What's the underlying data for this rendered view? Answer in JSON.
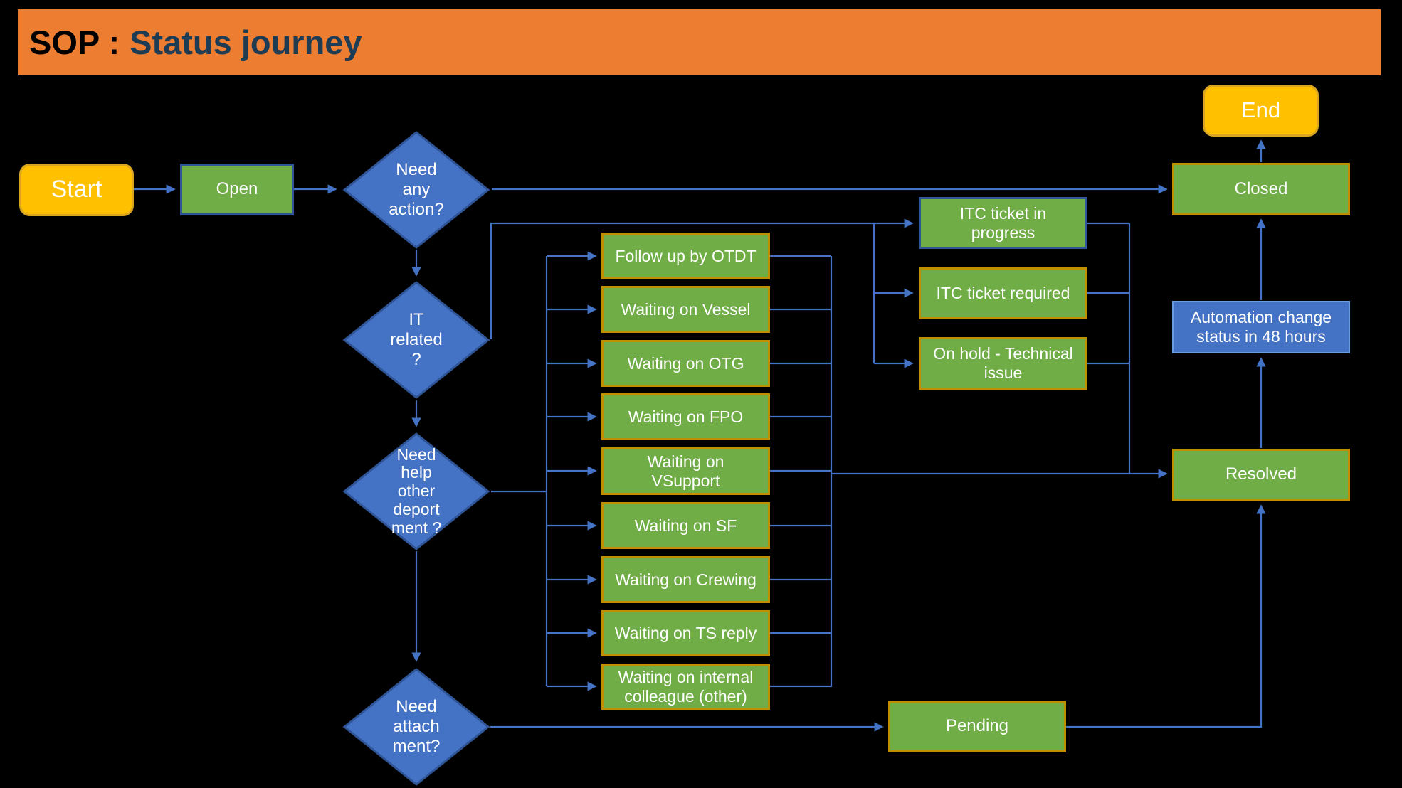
{
  "title": {
    "prefix": "SOP :",
    "highlight": "Status journey"
  },
  "palette": {
    "banner": "#ED7D31",
    "title_prefix": "#000000",
    "title_highlight": "#1F3C55",
    "terminal_fill": "#FFC000",
    "terminal_border": "#D9A521",
    "status_fill": "#70AD47",
    "status_border_gold": "#BF8F00",
    "status_border_blue": "#2F5597",
    "decision_fill": "#4472C4",
    "decision_border": "#2F5597",
    "info_fill": "#4472C4",
    "info_border": "#6C9CE2",
    "connector": "#4472C4"
  },
  "nodes": {
    "start": {
      "label": "Start"
    },
    "open": {
      "label": "Open"
    },
    "need_action": {
      "label": "Need\nany\naction?"
    },
    "it_related": {
      "label": "IT\nrelated\n?"
    },
    "need_help": {
      "label": "Need\nhelp\nother\ndeport\nment ?"
    },
    "need_attachment": {
      "label": "Need\nattach\nment?"
    },
    "follow_up_otdt": {
      "label": "Follow up by OTDT"
    },
    "waiting_vessel": {
      "label": "Waiting on Vessel"
    },
    "waiting_otg": {
      "label": "Waiting on OTG"
    },
    "waiting_fpo": {
      "label": "Waiting on FPO"
    },
    "waiting_vsupport": {
      "label": "Waiting on\nVSupport"
    },
    "waiting_sf": {
      "label": "Waiting on SF"
    },
    "waiting_crewing": {
      "label": "Waiting on Crewing"
    },
    "waiting_ts_reply": {
      "label": "Waiting on TS reply"
    },
    "waiting_internal": {
      "label": "Waiting on internal\ncolleague (other)"
    },
    "itc_in_progress": {
      "label": "ITC ticket in\nprogress"
    },
    "itc_required": {
      "label": "ITC ticket required"
    },
    "on_hold_technical": {
      "label": "On hold - Technical\nissue"
    },
    "closed": {
      "label": "Closed"
    },
    "end": {
      "label": "End"
    },
    "automation": {
      "label": "Automation change\nstatus in 48 hours"
    },
    "resolved": {
      "label": "Resolved"
    },
    "pending": {
      "label": "Pending"
    }
  }
}
